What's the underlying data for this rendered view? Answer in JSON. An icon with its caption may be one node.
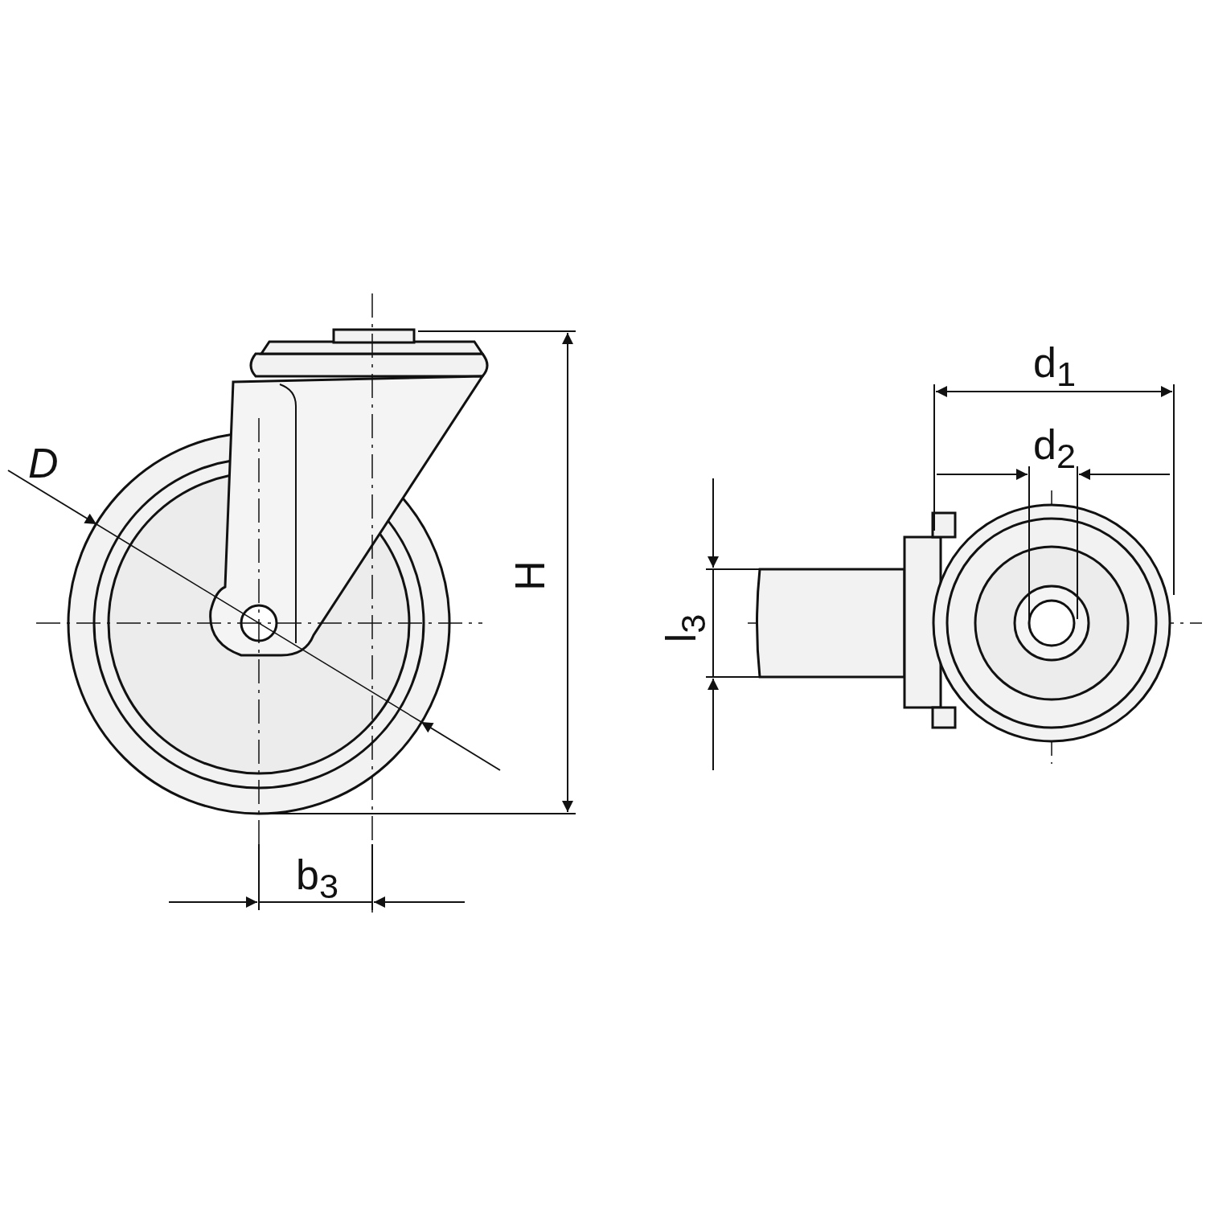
{
  "diagram": {
    "labels": [
      "d$_{1}$",
      "d$_{2}$",
      "D",
      "H",
      "l$_{3}$",
      "b$_{3}$"
    ]
  }
}
